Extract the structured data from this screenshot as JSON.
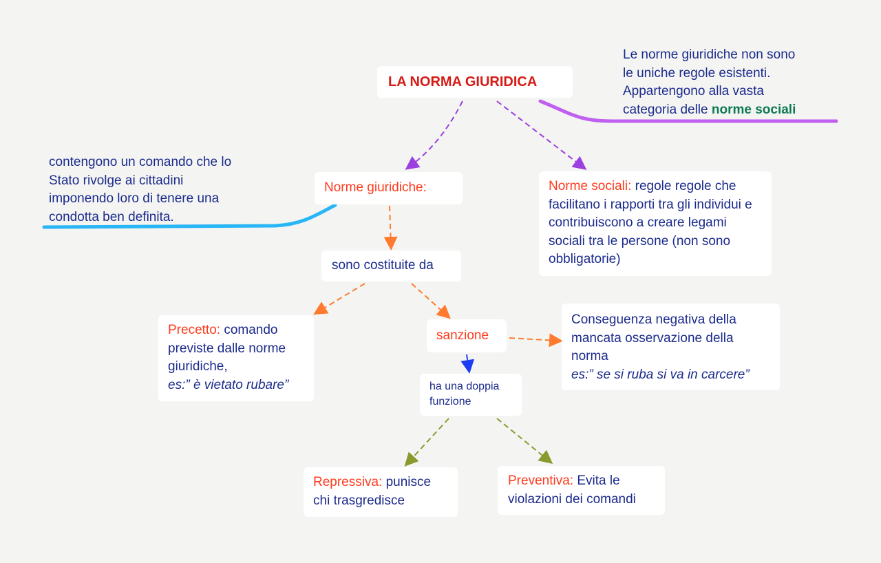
{
  "title": "LA NORMA GIURIDICA",
  "top_note": {
    "lines": [
      "Le norme giuridiche non sono",
      "le uniche regole esistenti.",
      "Appartengono alla vasta"
    ],
    "last_prefix": "categoria delle ",
    "highlight": "norme sociali"
  },
  "left_note": {
    "lines": [
      "contengono un comando che lo",
      "Stato rivolge ai cittadini",
      "imponendo loro di tenere una",
      "condotta ben definita."
    ]
  },
  "norme_giuridiche": {
    "label": "Norme giuridiche:"
  },
  "norme_sociali": {
    "label": "Norme sociali:",
    "text": " regole regole che facilitano i rapporti tra gli individui e contribuiscono a creare legami sociali tra le persone (non sono obbligatorie)"
  },
  "costituite": {
    "label": "sono costituite da"
  },
  "precetto": {
    "label": "Precetto:",
    "text": " comando previste dalle norme giuridiche,",
    "example": "es:” è vietato rubare”"
  },
  "sanzione": {
    "label": "sanzione"
  },
  "conseguenza": {
    "text": "Conseguenza negativa della mancata osservazione della norma",
    "example": "es:” se si ruba si va in carcere”"
  },
  "doppia": {
    "label": "ha una doppia funzione"
  },
  "repressiva": {
    "label": "Repressiva:",
    "text": " punisce chi trasgredisce"
  },
  "preventiva": {
    "label": "Preventiva:",
    "text": " Evita le violazioni dei comandi"
  },
  "colors": {
    "purple": "#9b3fe0",
    "orange": "#ff7a2e",
    "blue": "#1d3cf5",
    "olive": "#8a9a2e",
    "cyan": "#29b6f6",
    "violet": "#c060f0"
  }
}
